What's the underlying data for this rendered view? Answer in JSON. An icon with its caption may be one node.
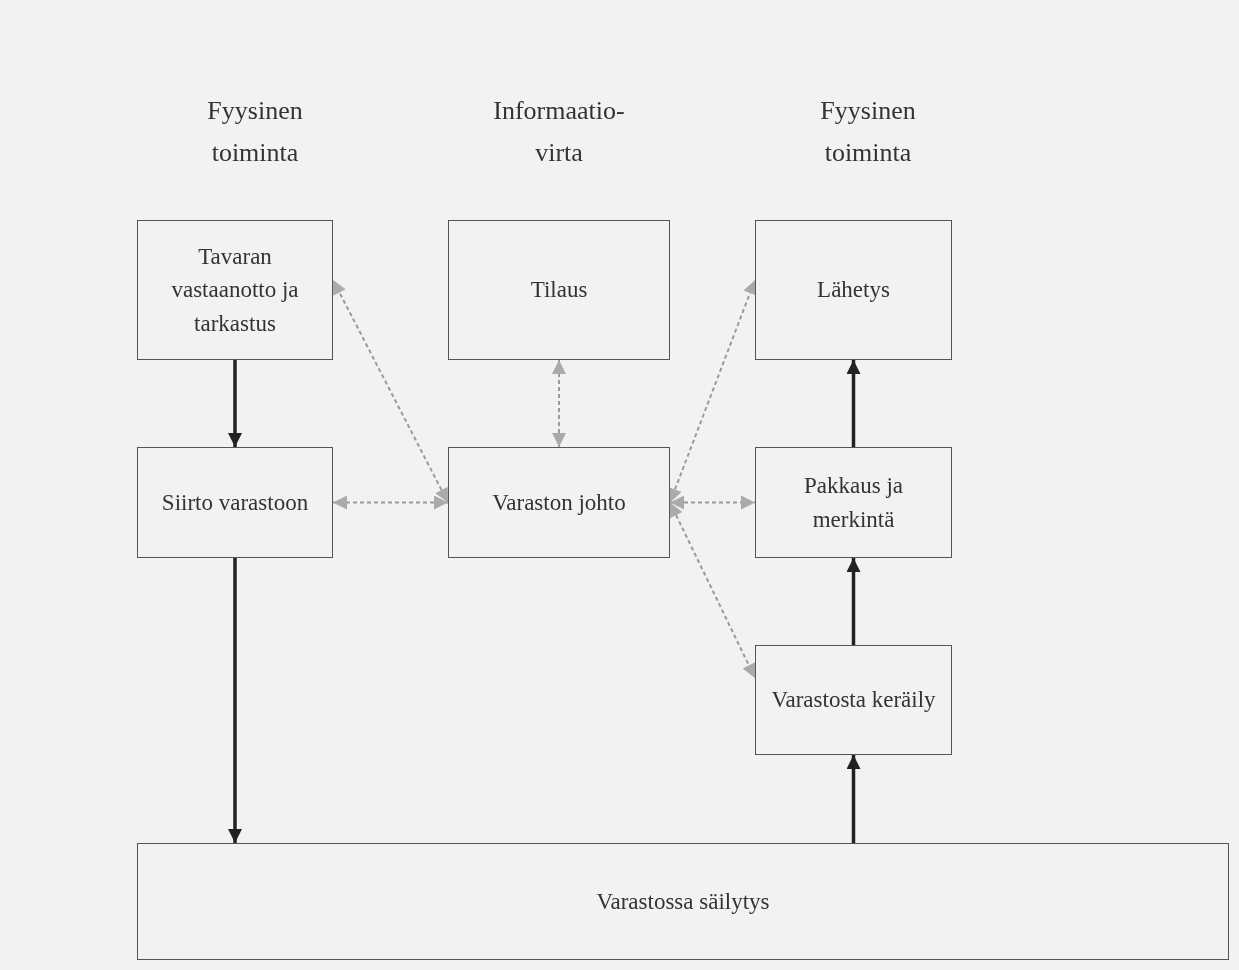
{
  "diagram": {
    "nodes": [
      {
        "text": [
          "Tavaran vastaanotto ja tarkastus"
        ]
      },
      {
        "text": [
          "Tilaus"
        ]
      },
      {
        "text": [
          "Lähetys"
        ]
      },
      {
        "text": [
          "Siirto varastoon"
        ]
      },
      {
        "text": [
          "Varaston johto"
        ]
      },
      {
        "text": [
          "Pakkaus ja merkintä"
        ]
      },
      {
        "text": [
          "Varastosta keräily"
        ]
      },
      {
        "text": [
          "Varastossa säilytys"
        ]
      }
    ],
    "edges": [
      {
        "from": 0,
        "to": 3,
        "arrow": "to",
        "color": "#222222"
      },
      {
        "from": 3,
        "to": 7,
        "arrow": "to",
        "color": "#222222"
      },
      {
        "from": 7,
        "to": 6,
        "arrow": "to",
        "color": "#222222"
      },
      {
        "from": 6,
        "to": 5,
        "arrow": "to",
        "color": "#222222"
      },
      {
        "from": 5,
        "to": 2,
        "arrow": "to",
        "color": "#222222"
      },
      {
        "from": 4,
        "to": 0,
        "arrow": "both",
        "style": "dashed",
        "color": "#9a9a9a"
      },
      {
        "from": 4,
        "to": 1,
        "arrow": "both",
        "style": "dashed",
        "color": "#9a9a9a"
      },
      {
        "from": 4,
        "to": 2,
        "arrow": "both",
        "style": "dashed",
        "color": "#9a9a9a"
      },
      {
        "from": 4,
        "to": 3,
        "arrow": "both",
        "style": "dashed",
        "color": "#9a9a9a"
      },
      {
        "from": 4,
        "to": 5,
        "arrow": "both",
        "style": "dashed",
        "color": "#9a9a9a"
      },
      {
        "from": 4,
        "to": 6,
        "arrow": "both",
        "style": "dashed",
        "color": "#9a9a9a"
      }
    ],
    "labels": [
      "Fyysinen toiminta",
      "Informaatio- virta",
      "Fyysinen toiminta"
    ]
  }
}
